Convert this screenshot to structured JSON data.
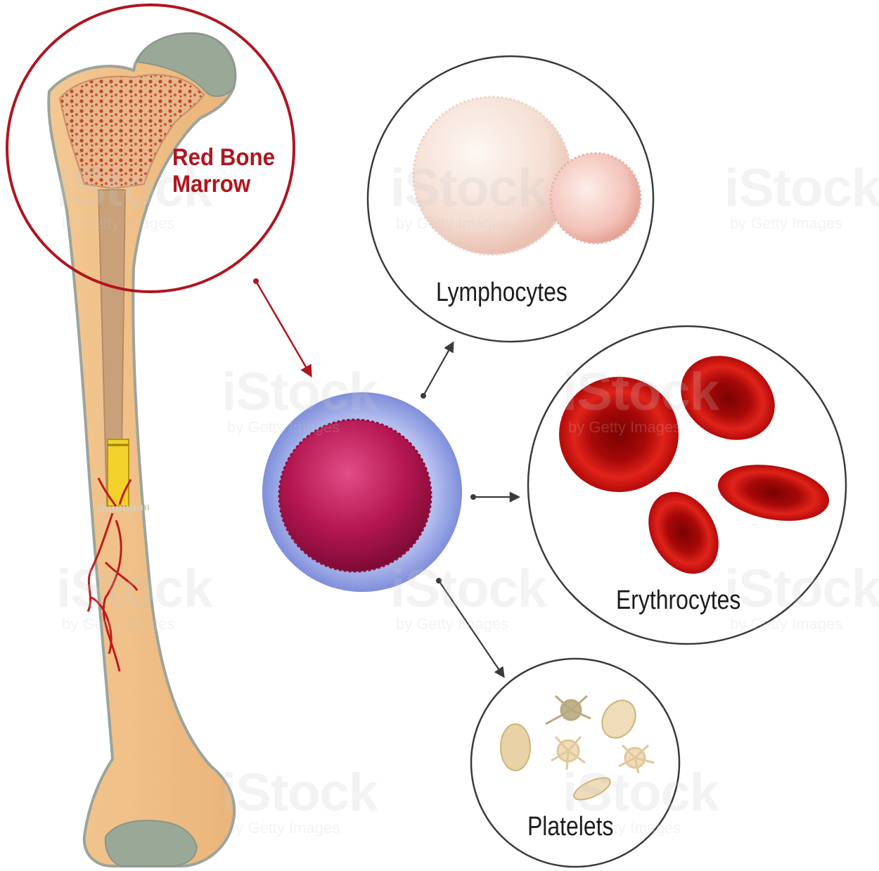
{
  "labels": {
    "marrow_line1": "Red Bone",
    "marrow_line2": "Marrow",
    "lymphocytes": "Lymphocytes",
    "erythrocytes": "Erythrocytes",
    "platelets": "Platelets"
  },
  "watermark": {
    "brand": "iStock",
    "credit": "by Getty Images"
  },
  "colors": {
    "accent_red": "#b0151f",
    "bone": "#f0c38e",
    "stem_cell_halo": "#9aa8e6",
    "stem_cell_nucleus": "#b0184a",
    "erythrocyte": "#c40c0c",
    "platelet": "#e9d3a6"
  }
}
